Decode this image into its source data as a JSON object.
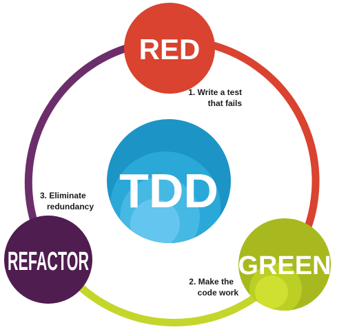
{
  "center": {
    "label": "TDD",
    "color": "#1d94c6"
  },
  "nodes": {
    "red": {
      "label": "RED",
      "color": "#d9432f"
    },
    "green": {
      "label": "GREEN",
      "color": "#a8b91f"
    },
    "refactor": {
      "label": "REFACTOR",
      "color": "#4f1d4f"
    }
  },
  "arcs": {
    "red_to_green": "#d9432f",
    "green_to_refactor": "#c4d62b",
    "refactor_to_red": "#6b2e6b"
  },
  "steps": [
    {
      "line1": "1. Write a test",
      "line2": "that fails"
    },
    {
      "line1": "2. Make the",
      "line2": "code work"
    },
    {
      "line1": "3. Eliminate",
      "line2": "redundancy"
    }
  ]
}
